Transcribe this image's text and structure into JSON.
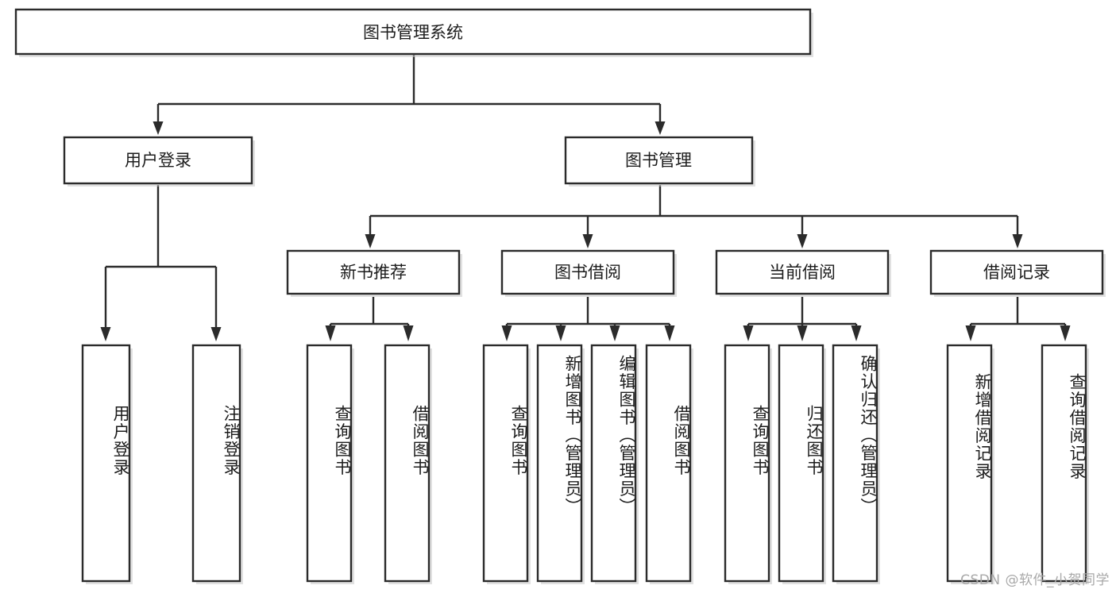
{
  "diagram": {
    "type": "hierarchy-tree",
    "title": "图书管理系统",
    "watermark": "CSDN @软件_小贺同学",
    "colors": {
      "box_fill": "#ffffff",
      "box_stroke": "#2b2b2b",
      "text": "#1c1c1c",
      "background": "#ffffff",
      "watermark": "#a8a8a8"
    },
    "root": {
      "label": "图书管理系统",
      "orientation": "horizontal"
    },
    "level2": [
      {
        "label": "用户登录",
        "orientation": "horizontal"
      },
      {
        "label": "图书管理",
        "orientation": "horizontal"
      }
    ],
    "level3": [
      {
        "label": "新书推荐",
        "orientation": "horizontal",
        "parent": "图书管理"
      },
      {
        "label": "图书借阅",
        "orientation": "horizontal",
        "parent": "图书管理"
      },
      {
        "label": "当前借阅",
        "orientation": "horizontal",
        "parent": "图书管理"
      },
      {
        "label": "借阅记录",
        "orientation": "horizontal",
        "parent": "图书管理"
      }
    ],
    "leaves": [
      {
        "label": "用户登录",
        "orientation": "vertical",
        "parent": "用户登录"
      },
      {
        "label": "注销登录",
        "orientation": "vertical",
        "parent": "用户登录"
      },
      {
        "label": "查询图书",
        "orientation": "vertical",
        "parent": "新书推荐"
      },
      {
        "label": "借阅图书",
        "orientation": "vertical",
        "parent": "新书推荐"
      },
      {
        "label": "查询图书",
        "orientation": "vertical",
        "parent": "图书借阅"
      },
      {
        "label": "新增图书（管理员）",
        "orientation": "vertical",
        "parent": "图书借阅"
      },
      {
        "label": "编辑图书（管理员）",
        "orientation": "vertical",
        "parent": "图书借阅"
      },
      {
        "label": "借阅图书",
        "orientation": "vertical",
        "parent": "图书借阅"
      },
      {
        "label": "查询图书",
        "orientation": "vertical",
        "parent": "当前借阅"
      },
      {
        "label": "归还图书",
        "orientation": "vertical",
        "parent": "当前借阅"
      },
      {
        "label": "确认归还（管理员）",
        "orientation": "vertical",
        "parent": "当前借阅"
      },
      {
        "label": "新增借阅记录",
        "orientation": "vertical",
        "parent": "借阅记录"
      },
      {
        "label": "查询借阅记录",
        "orientation": "vertical",
        "parent": "借阅记录"
      }
    ]
  }
}
